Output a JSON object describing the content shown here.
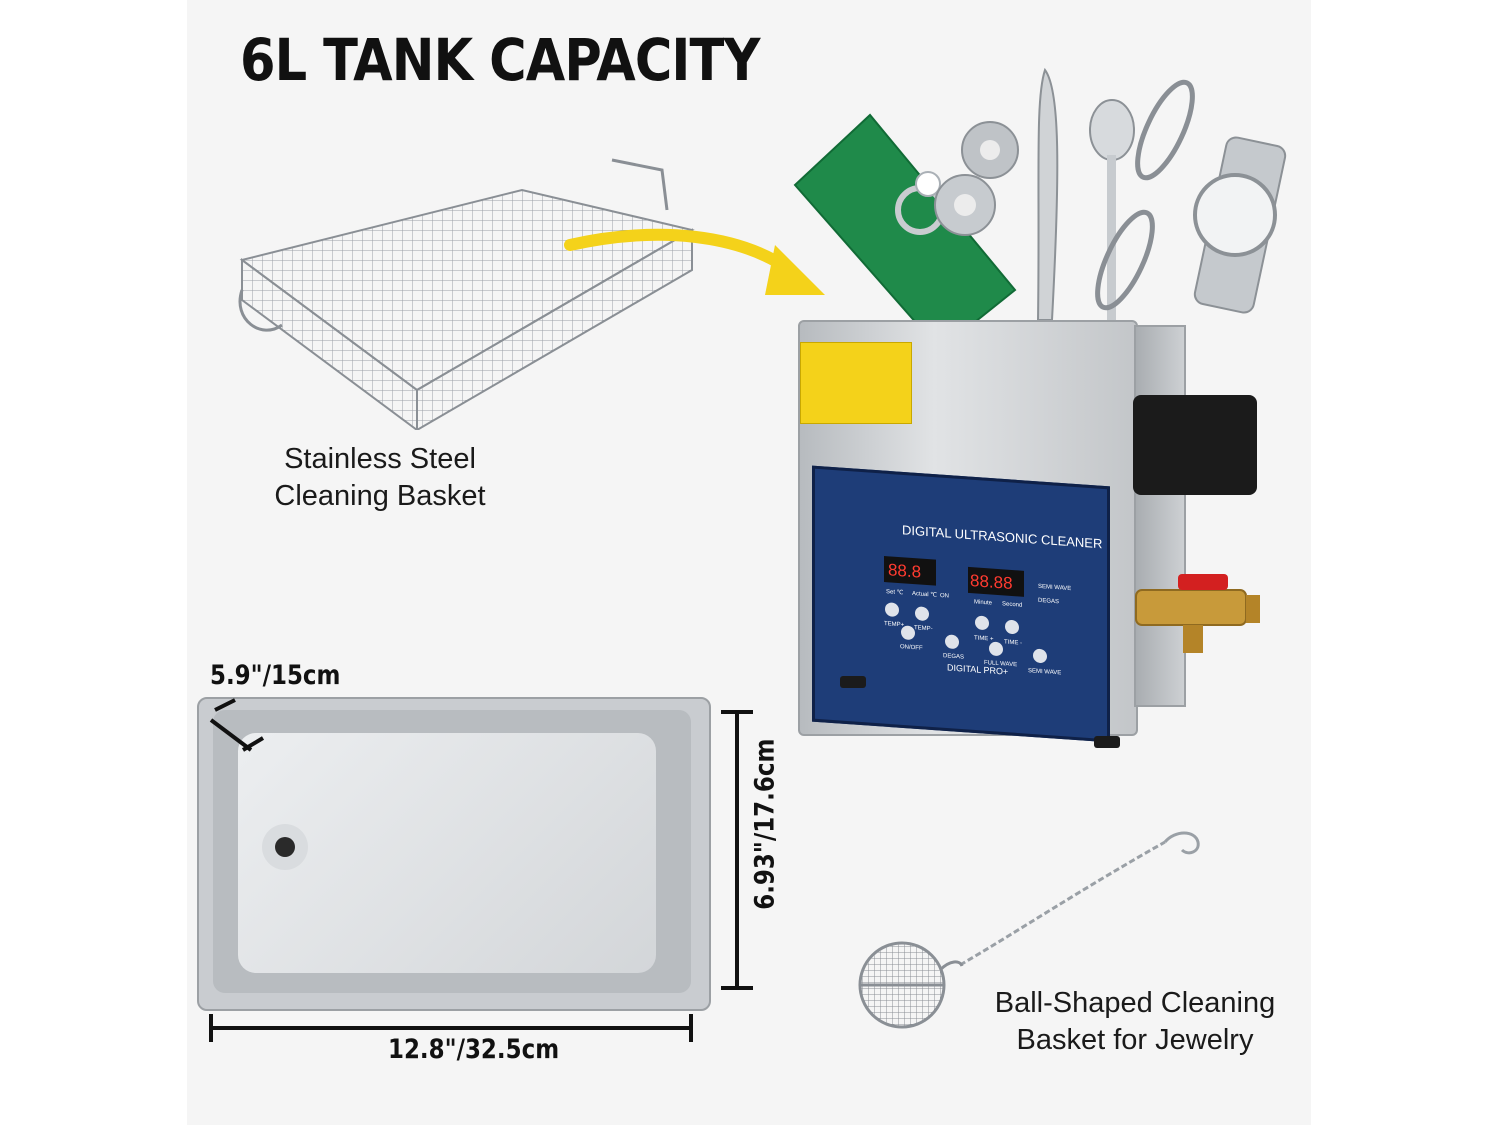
{
  "title": "6L TANK CAPACITY",
  "captions": {
    "basket_line1": "Stainless Steel",
    "basket_line2": "Cleaning Basket",
    "ball_line1": "Ball-Shaped Cleaning",
    "ball_line2": "Basket for Jewelry"
  },
  "dimensions": {
    "depth": "5.9\"/15cm",
    "width": "6.93\"/17.6cm",
    "length": "12.8\"/32.5cm"
  },
  "control_panel": {
    "name": "DIGITAL ULTRASONIC CLEANER",
    "brand": "DIGITAL PRO+",
    "display_temp": "88.8",
    "display_time": "88.88",
    "label_set": "Set ℃",
    "label_actual": "Actual ℃",
    "label_on": "ON",
    "label_minute": "Minute",
    "label_second": "Second",
    "label_semi_wave": "SEMI WAVE",
    "label_degas_top": "DEGAS",
    "btn_temp_up": "TEMP+",
    "btn_temp_down": "TEMP-",
    "btn_time_up": "TIME +",
    "btn_time_down": "TIME -",
    "btn_onoff": "ON/OFF",
    "btn_degas": "DEGAS",
    "btn_full_wave": "FULL WAVE",
    "btn_semi_wave": "SEMI WAVE"
  },
  "colors": {
    "accent_yellow": "#f4d21a",
    "panel_blue": "#1e3d78",
    "steel": "#cfd2d6",
    "pcb_green": "#1f8a4a",
    "valve_red": "#d32020",
    "brass": "#c89a3a"
  }
}
